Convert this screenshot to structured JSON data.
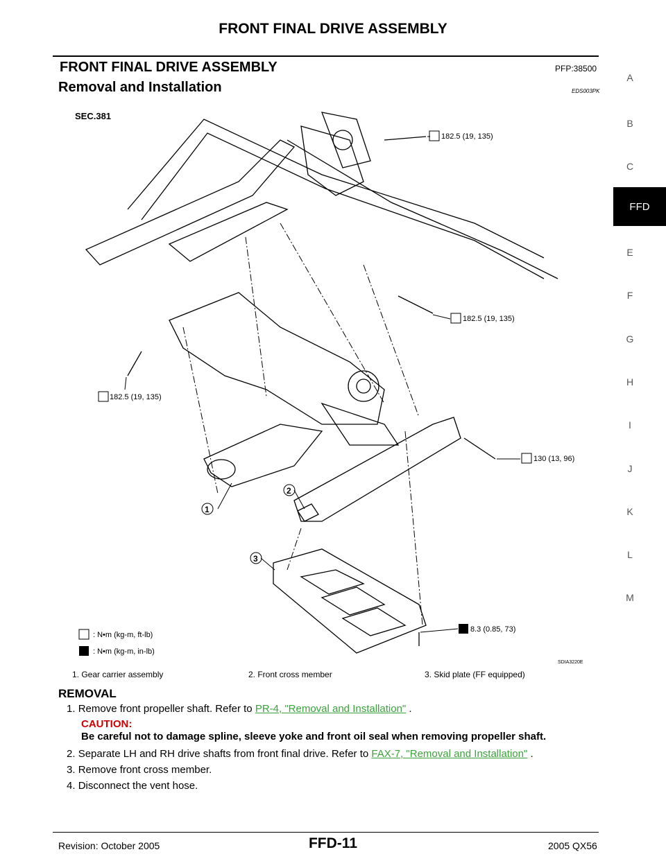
{
  "header": {
    "title": "FRONT FINAL DRIVE ASSEMBLY"
  },
  "section": {
    "title": "FRONT FINAL DRIVE ASSEMBLY",
    "pfp": "PFP:38500"
  },
  "subsection": {
    "title": "Removal and Installation",
    "code": "EDS003PK"
  },
  "sidebar": {
    "letters": [
      "A",
      "B",
      "C",
      "FFD",
      "E",
      "F",
      "G",
      "H",
      "I",
      "J",
      "K",
      "L",
      "M"
    ],
    "active": "FFD"
  },
  "diagram": {
    "sec": "SEC.381",
    "torques": [
      "182.5 (19, 135)",
      "182.5 (19, 135)",
      "182.5 (19, 135)",
      "130 (13, 96)",
      "8.3 (0.85, 73)"
    ],
    "callouts": [
      "1",
      "2",
      "3"
    ],
    "legend": [
      ": N•m (kg-m, ft-lb)",
      ": N•m (kg-m, in-lb)"
    ],
    "figure_id": "SDIA3220E"
  },
  "captions": [
    "1.    Gear carrier assembly",
    "2.    Front cross member",
    "3.    Skid plate (FF equipped)"
  ],
  "removal": {
    "heading": "REMOVAL",
    "steps": [
      {
        "num": "1.",
        "text": "Remove front propeller shaft. Refer to ",
        "link": "PR-4, \"Removal and Installation\"",
        "tail": " ."
      },
      {
        "num": "2.",
        "text": "Separate LH and RH drive shafts from front final drive. Refer to ",
        "link": "FAX-7, \"Removal and Installation\"",
        "tail": " ."
      },
      {
        "num": "3.",
        "text": "Remove front cross member."
      },
      {
        "num": "4.",
        "text": "Disconnect the vent hose."
      }
    ],
    "caution_label": "CAUTION:",
    "caution_text": "Be careful not to damage spline, sleeve yoke and front oil seal when removing propeller shaft."
  },
  "footer": {
    "left": "Revision: October 2005",
    "center": "FFD-11",
    "right": "2005 QX56"
  }
}
